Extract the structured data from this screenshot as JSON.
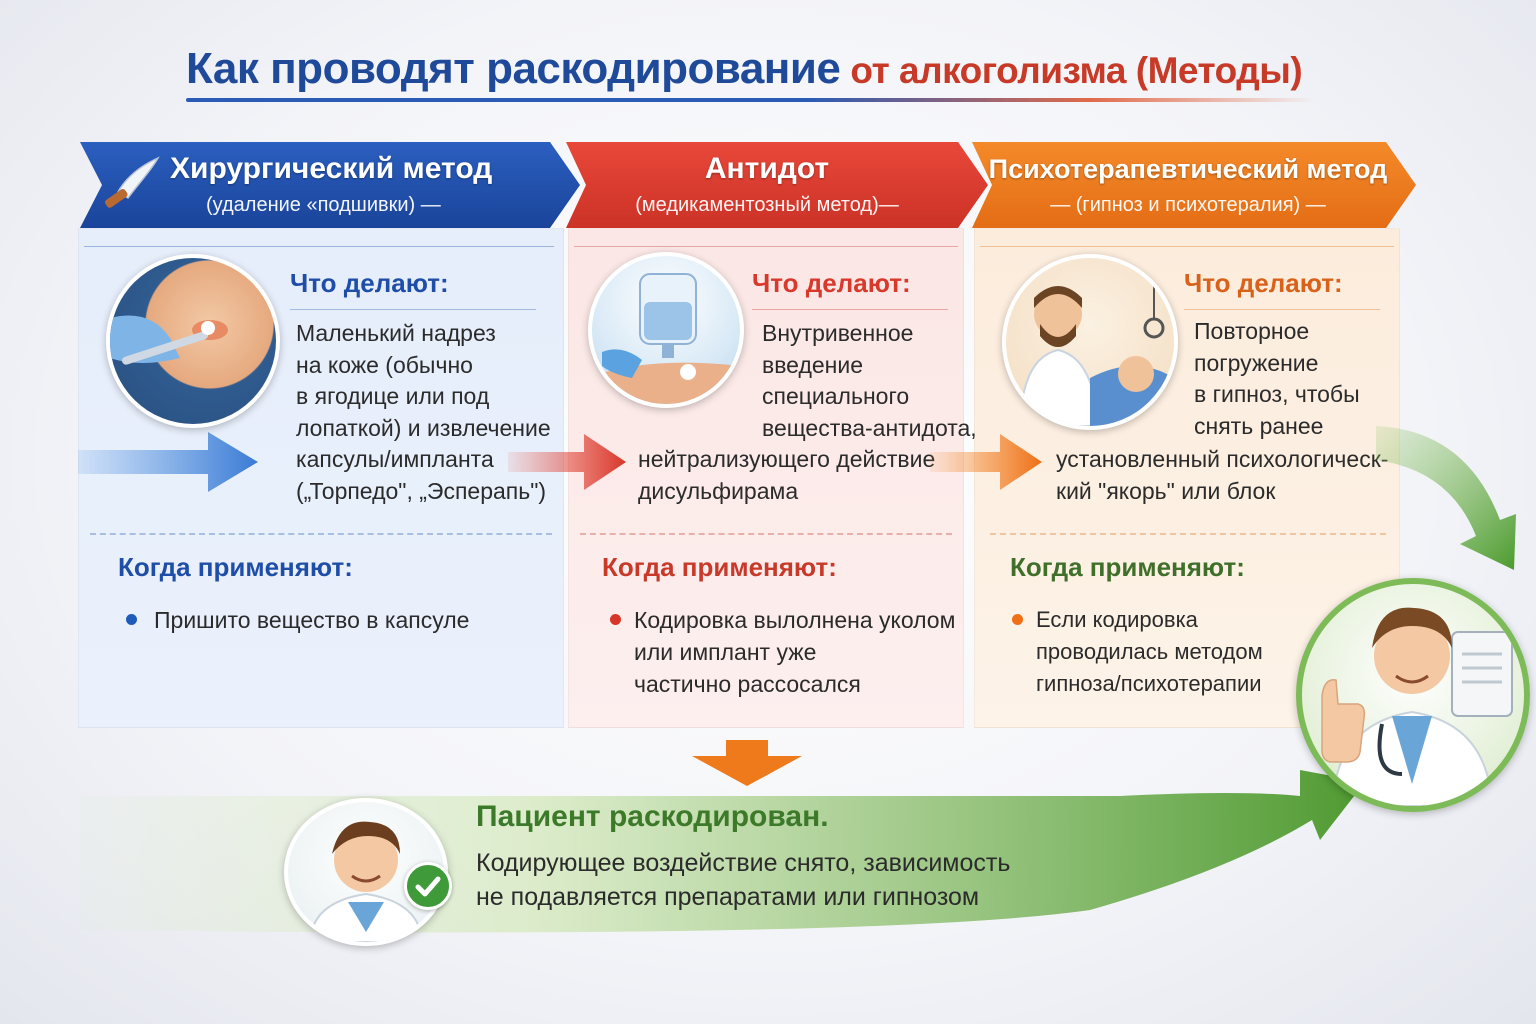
{
  "title": {
    "main": "Как проводят раскодирование",
    "accent": "от алкоголизма (Методы)"
  },
  "colors": {
    "blue": "#1f4ea8",
    "red": "#dc3b2c",
    "orange": "#ee7a1f",
    "green": "#4a8f2e"
  },
  "methods": [
    {
      "banner_title": "Хирургический метод",
      "banner_sub": "(удаление «подшивки) —",
      "icon": "scalpel-icon",
      "what_heading": "Что делают:",
      "what_lines": [
        "Маленький надрез",
        "на коже (обычно",
        "в ягодице или под",
        "лопаткой) и извлечение",
        "капсулы/импланта",
        "(„Торпедо\", „Эсперапь\")"
      ],
      "when_heading": "Когда применяют:",
      "when_lines": [
        "Пришито вещество в капсуле"
      ]
    },
    {
      "banner_title": "Антидот",
      "banner_sub": "(медикаментозный метод)—",
      "icon": "iv-drip-icon",
      "what_heading": "Что делают:",
      "what_lines": [
        "Внутривенное",
        "введение",
        "специального",
        "вещества-антидота,",
        "нейтрализующего действие",
        "дисульфирама"
      ],
      "when_heading": "Когда применяют:",
      "when_lines": [
        "Кодировка вылолнена уколом",
        "или имплант уже",
        "частично рассосался"
      ]
    },
    {
      "banner_title": "Психотерапевтический метод",
      "banner_sub": "— (гипноз и психотералия) —",
      "icon": "hypnosis-icon",
      "what_heading": "Что делают:",
      "what_lines": [
        "Повторное",
        "погружение",
        "в гипноз, чтобы",
        "снять ранее",
        "установленный психологическ-",
        "кий \"якорь\" или блок"
      ],
      "when_heading": "Когда применяют:",
      "when_lines": [
        "Если кодировка",
        "проводилась методом",
        "гипноза/психотерапии"
      ]
    }
  ],
  "result": {
    "title": "Пациент раскодирован.",
    "lines": [
      "Кодирующее воздействие снято, зависимость",
      "не подавляется препаратами или гипнозом"
    ]
  }
}
